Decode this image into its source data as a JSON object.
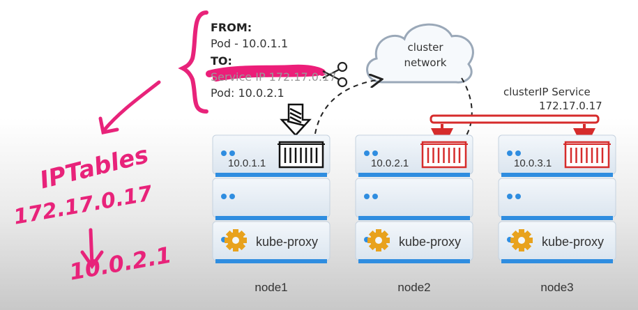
{
  "request": {
    "from_label": "FROM:",
    "from_value": "Pod - 10.0.1.1",
    "to_label": "TO:",
    "to_struck_value": "Service IP 172.17.0.17",
    "to_value": "Pod: 10.0.2.1"
  },
  "cloud": {
    "line1": "cluster",
    "line2": "network"
  },
  "service": {
    "name": "clusterIP Service",
    "ip": "172.17.0.17"
  },
  "nodes": [
    {
      "name": "node1",
      "pod_ip": "10.0.1.1",
      "proxy": "kube-proxy"
    },
    {
      "name": "node2",
      "pod_ip": "10.0.2.1",
      "proxy": "kube-proxy"
    },
    {
      "name": "node3",
      "pod_ip": "10.0.3.1",
      "proxy": "kube-proxy"
    }
  ],
  "annotation": {
    "line1": "IPTables",
    "line2": "172.17.0.17",
    "arrow": "↓",
    "line3": "10.0.2.1"
  },
  "colors": {
    "annotation": "#e8237a",
    "service": "#d62b2b",
    "rack_accent": "#2f8de0"
  },
  "icons": [
    "scissors-icon",
    "download-arrow-icon",
    "container-icon",
    "gear-icon",
    "cloud-icon"
  ]
}
